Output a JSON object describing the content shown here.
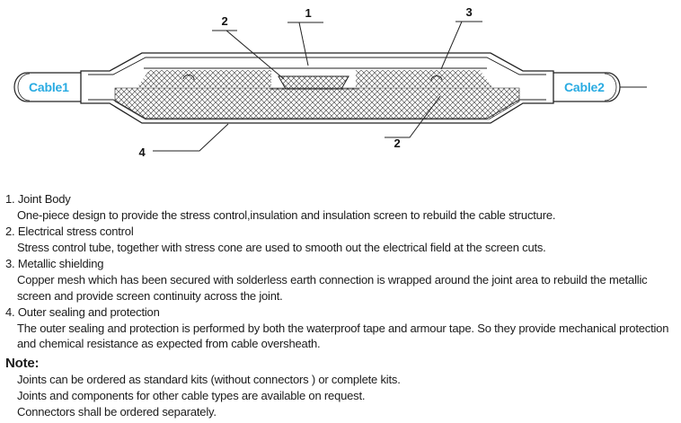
{
  "diagram": {
    "cable1_label": "Cable1",
    "cable2_label": "Cable2",
    "cable_label_color": "#29ABE2",
    "callout_1": "1",
    "callout_2_top": "2",
    "callout_3": "3",
    "callout_4": "4",
    "callout_2_bottom": "2"
  },
  "legend": {
    "items": [
      {
        "number": "1.",
        "title": "Joint Body",
        "description": "One-piece design to provide the stress control,insulation and insulation screen to rebuild the cable structure."
      },
      {
        "number": "2.",
        "title": "Electrical stress control",
        "description": "Stress control tube, together with stress cone are used to smooth out the electrical field at the screen cuts."
      },
      {
        "number": "3.",
        "title": "Metallic shielding",
        "description": "Copper mesh which has been secured with solderless earth connection is wrapped around the joint area to rebuild the metallic screen and provide screen continuity across the joint."
      },
      {
        "number": "4.",
        "title": "Outer sealing and protection",
        "description": "The outer sealing and protection is performed by both the waterproof tape and armour tape. So they provide mechanical protection and chemical resistance as expected from cable oversheath."
      }
    ]
  },
  "note": {
    "title": "Note:",
    "lines": [
      "Joints can be ordered as standard kits (without connectors ) or complete kits.",
      "Joints and components for other cable types are available on request.",
      "Connectors shall be ordered separately."
    ]
  }
}
